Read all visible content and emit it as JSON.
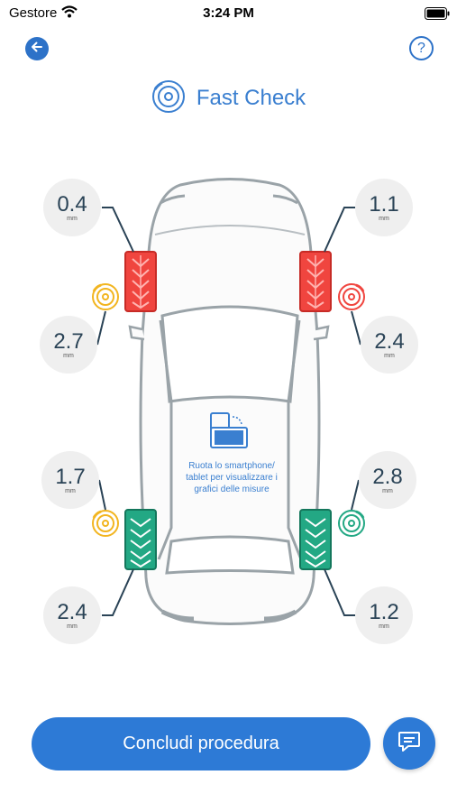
{
  "status_bar": {
    "carrier": "Gestore",
    "time": "3:24 PM"
  },
  "header": {
    "title": "Fast Check"
  },
  "car": {
    "hint": "Ruota lo smartphone/ tablet per visualizzare i grafici delle misure"
  },
  "measurements": {
    "front_left_tyre": {
      "value": "0.4",
      "unit": "mm",
      "status": "red"
    },
    "front_left_brake": {
      "value": "2.7",
      "unit": "mm",
      "status": "yellow"
    },
    "front_right_tyre": {
      "value": "1.1",
      "unit": "mm",
      "status": "red"
    },
    "front_right_brake": {
      "value": "2.4",
      "unit": "mm",
      "status": "red"
    },
    "rear_left_brake": {
      "value": "1.7",
      "unit": "mm",
      "status": "yellow"
    },
    "rear_left_tyre": {
      "value": "2.4",
      "unit": "mm",
      "status": "green"
    },
    "rear_right_brake": {
      "value": "2.8",
      "unit": "mm",
      "status": "green"
    },
    "rear_right_tyre": {
      "value": "1.2",
      "unit": "mm",
      "status": "green"
    }
  },
  "footer": {
    "conclude_label": "Concludi procedura"
  },
  "colors": {
    "primary": "#2d7ad6",
    "red": "#f0453f",
    "yellow": "#f2b520",
    "green": "#23a884"
  }
}
